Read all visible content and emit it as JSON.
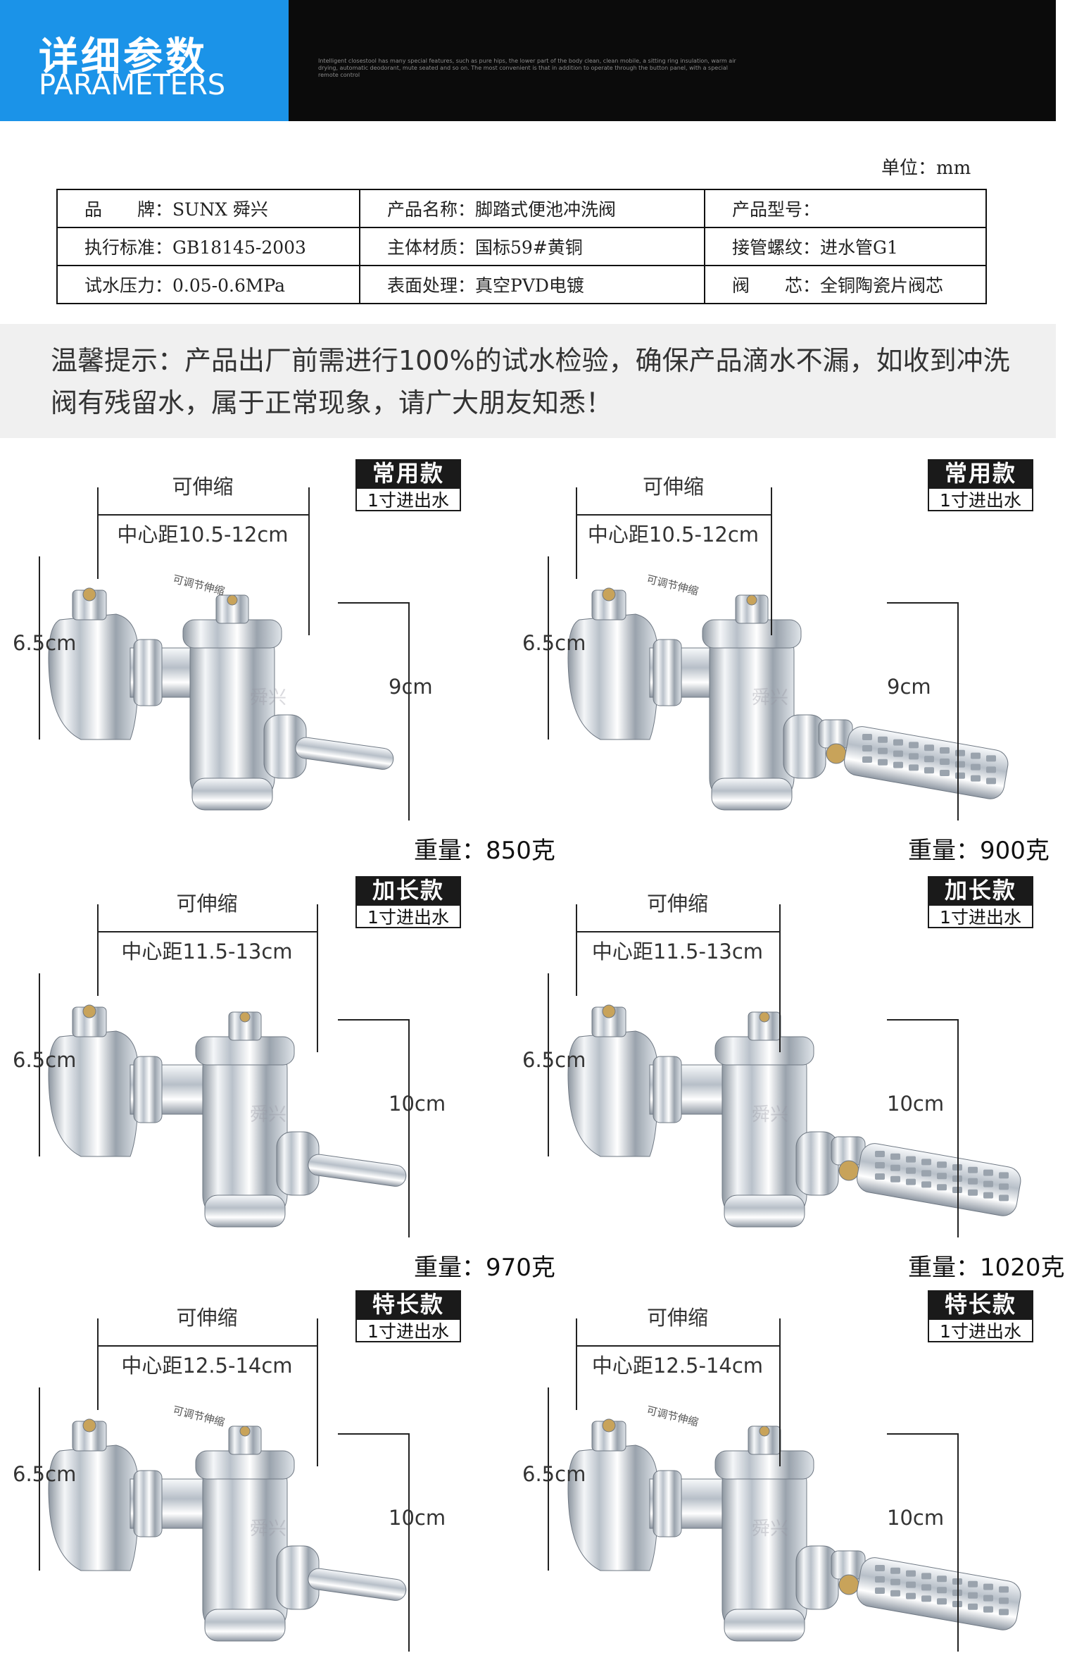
{
  "header": {
    "title_cn": "详细参数",
    "title_en": "PARAMETERS",
    "description": "Intelligent closestool has many special features, such as pure hips, the lower part of the body clean, clean mobile, a sitting ring insulation, warm air drying, automatic deodorant, mute seated and so on. The most convenient is that in addition to operate through the button panel, with a special remote control"
  },
  "specs": {
    "unit": "单位：mm",
    "rows": [
      [
        "品　　牌：SUNX 舜兴",
        "产品名称：脚踏式便池冲洗阀",
        "产品型号："
      ],
      [
        "执行标准：GB18145-2003",
        "主体材质：国标59#黄铜",
        "接管螺纹：进水管G1"
      ],
      [
        "试水压力：0.05-0.6MPa",
        "表面处理：真空PVD电镀",
        "阀　　芯：全铜陶瓷片阀芯"
      ]
    ]
  },
  "notice": {
    "text": "温馨提示：产品出厂前需进行100%的试水检验，确保产品滴水不漏，如收到冲洗阀有残留水，属于正常现象，请广大朋友知悉！"
  },
  "products": [
    {
      "badge": "常用款",
      "sub_badge": "1寸进出水",
      "stretch": "可伸缩",
      "center": "中心距10.5-12cm",
      "height": "6.5cm",
      "depth": "9cm",
      "weight": "重量：850克",
      "adjust": "可调节伸缩",
      "brand_mark": "舜兴",
      "handle": "lever"
    },
    {
      "badge": "常用款",
      "sub_badge": "1寸进出水",
      "stretch": "可伸缩",
      "center": "中心距10.5-12cm",
      "height": "6.5cm",
      "depth": "9cm",
      "weight": "重量：900克",
      "adjust": "可调节伸缩",
      "brand_mark": "舜兴",
      "handle": "pedal"
    },
    {
      "badge": "加长款",
      "sub_badge": "1寸进出水",
      "stretch": "可伸缩",
      "center": "中心距11.5-13cm",
      "height": "6.5cm",
      "depth": "10cm",
      "weight": "重量：970克",
      "adjust": "",
      "brand_mark": "舜兴",
      "handle": "lever"
    },
    {
      "badge": "加长款",
      "sub_badge": "1寸进出水",
      "stretch": "可伸缩",
      "center": "中心距11.5-13cm",
      "height": "6.5cm",
      "depth": "10cm",
      "weight": "重量：1020克",
      "adjust": "",
      "brand_mark": "舜兴",
      "handle": "pedal"
    },
    {
      "badge": "特长款",
      "sub_badge": "1寸进出水",
      "stretch": "可伸缩",
      "center": "中心距12.5-14cm",
      "height": "6.5cm",
      "depth": "10cm",
      "weight": "",
      "adjust": "可调节伸缩",
      "brand_mark": "舜兴",
      "handle": "lever"
    },
    {
      "badge": "特长款",
      "sub_badge": "1寸进出水",
      "stretch": "可伸缩",
      "center": "中心距12.5-14cm",
      "height": "6.5cm",
      "depth": "10cm",
      "weight": "",
      "adjust": "可调节伸缩",
      "brand_mark": "舜兴",
      "handle": "pedal"
    }
  ]
}
